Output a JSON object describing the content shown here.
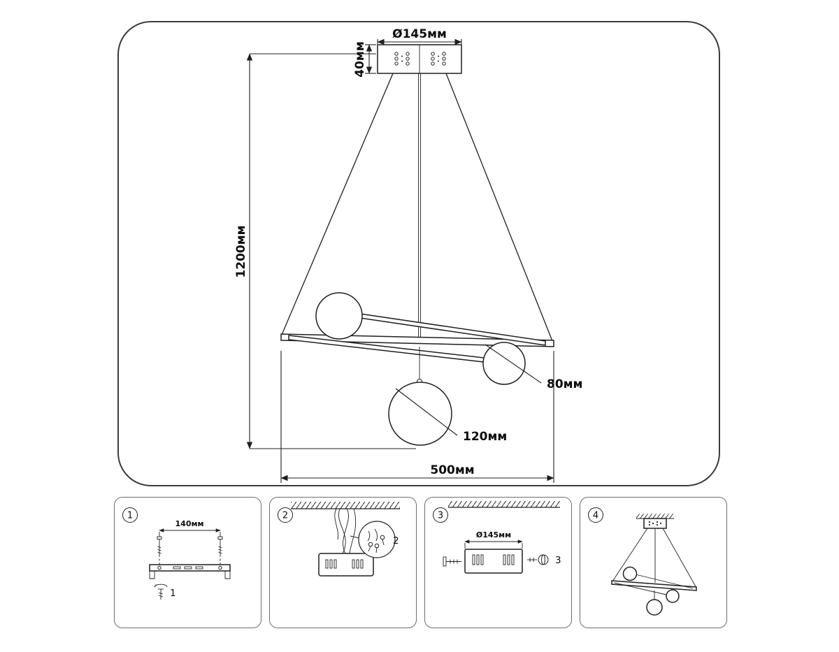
{
  "main_diagram": {
    "canopy_diameter": "Ø145мм",
    "canopy_height": "40мм",
    "suspension_height": "1200мм",
    "small_sphere_diameter": "80мм",
    "large_sphere_diameter": "120мм",
    "fixture_width": "500мм"
  },
  "steps": [
    {
      "number": "1",
      "bracket_width": "140мм",
      "part_label": "1"
    },
    {
      "number": "2",
      "part_label": "2"
    },
    {
      "number": "3",
      "canopy_diameter": "Ø145мм",
      "part_label": "3"
    },
    {
      "number": "4"
    }
  ]
}
